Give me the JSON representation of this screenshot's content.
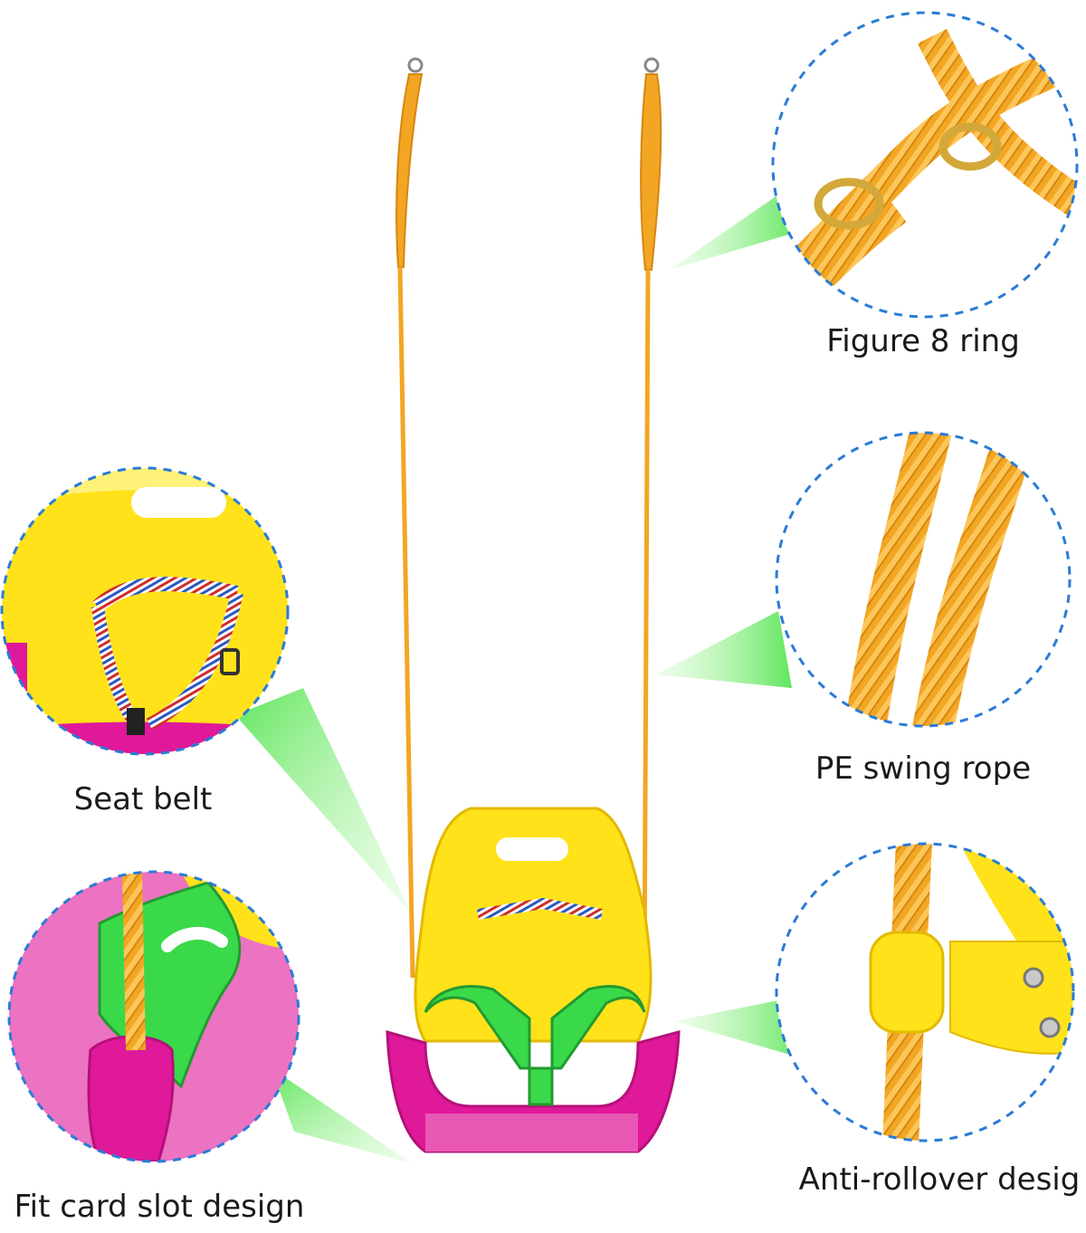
{
  "callouts": {
    "figure8": {
      "label": "Figure 8 ring"
    },
    "rope": {
      "label": "PE swing rope"
    },
    "belt": {
      "label": "Seat belt"
    },
    "slot": {
      "label": "Fit card slot design"
    },
    "anti": {
      "label": "Anti-rollover desig"
    }
  },
  "colors": {
    "rope": "#f2a623",
    "rope_dark": "#d68710",
    "seat_yellow": "#ffe21a",
    "seat_pink": "#e0189a",
    "guard_green": "#3ad94a",
    "beam": "#9df58f",
    "circle_border": "#2a7bd6"
  }
}
